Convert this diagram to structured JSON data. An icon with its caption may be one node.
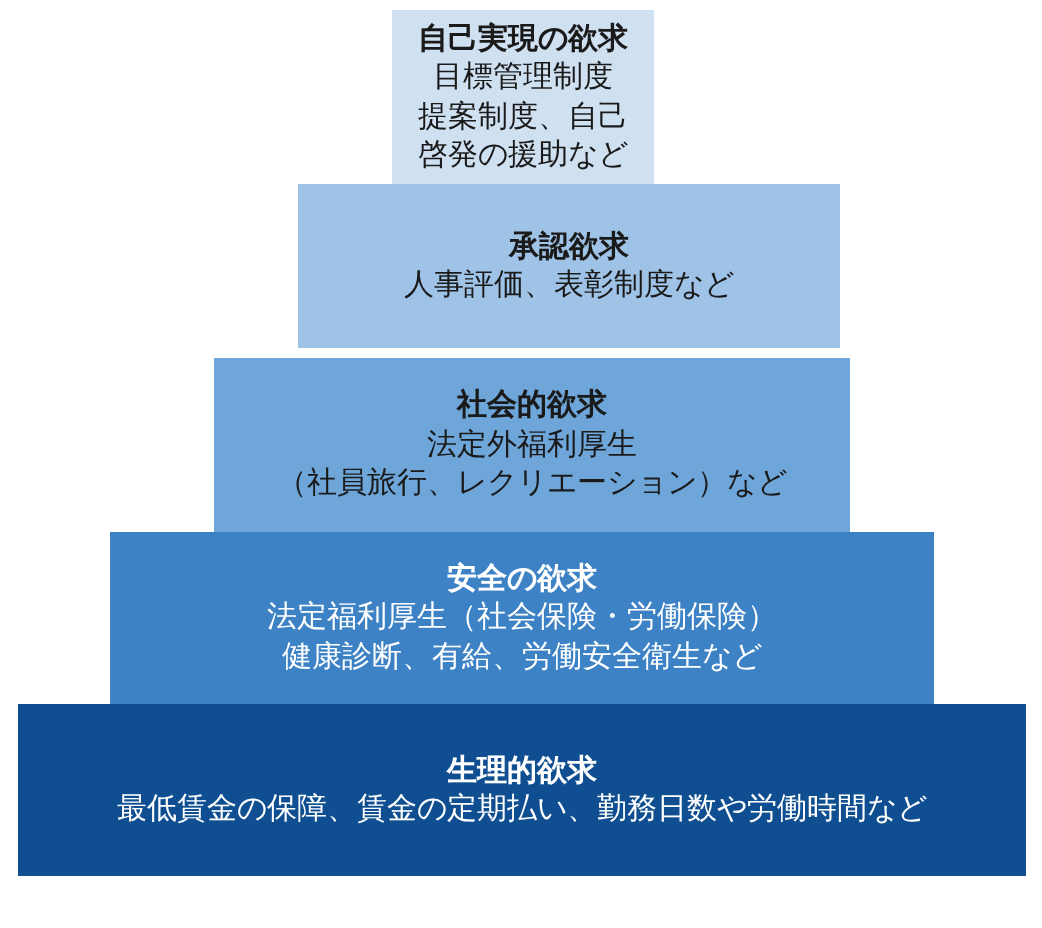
{
  "diagram": {
    "nodes": [
      {
        "text": [
          "自己実現の欲求",
          "目標管理制度",
          "提案制度、自己啓発の援助など"
        ]
      },
      {
        "text": [
          "承認欲求",
          "人事評価、表彰制度など"
        ]
      },
      {
        "text": [
          "社会的欲求",
          "法定外福利厚生",
          "（社員旅行、レクリエーション）など"
        ]
      },
      {
        "text": [
          "安全の欲求",
          "法定福利厚生（社会保険・労働保険）",
          "健康診断、有給、労働安全衛生など"
        ]
      },
      {
        "text": [
          "生理的欲求",
          "最低賃金の保障、賃金の定期払い、勤務日数や労働時間など"
        ]
      }
    ]
  }
}
